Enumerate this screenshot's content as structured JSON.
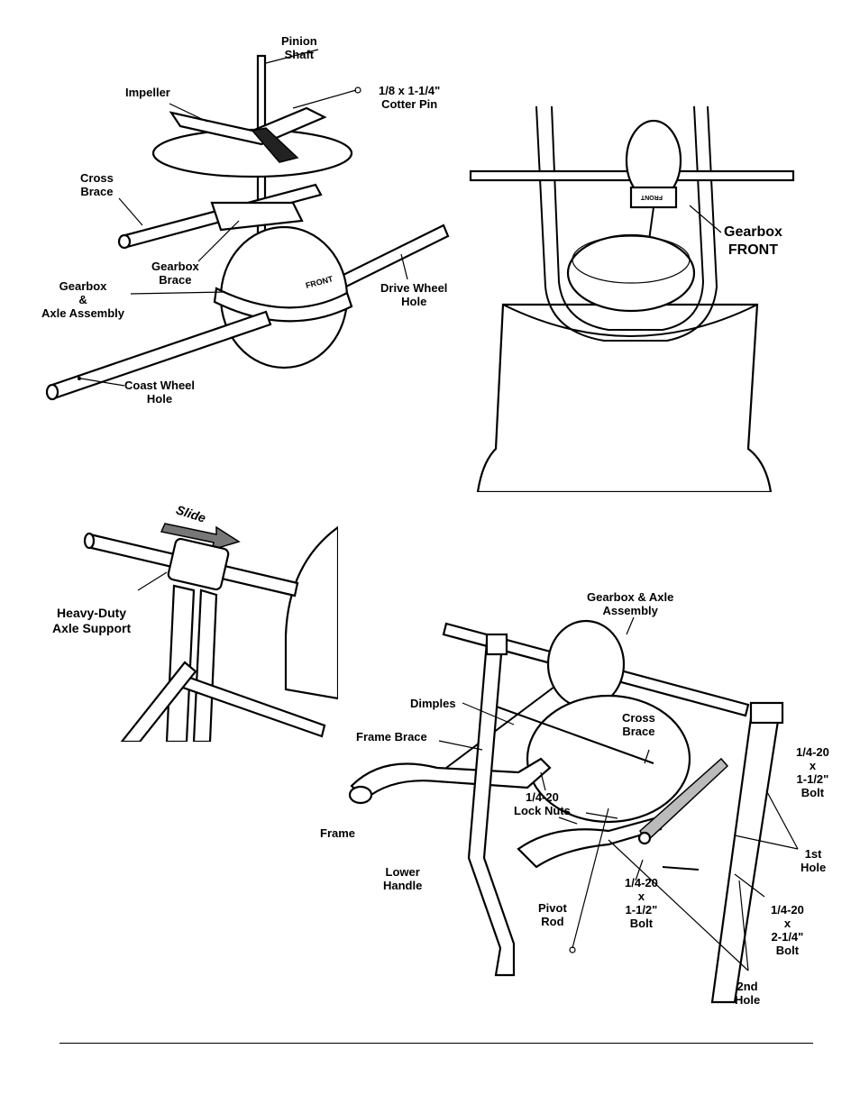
{
  "figure1": {
    "labels": {
      "pinion_shaft": "Pinion\nShaft",
      "impeller": "Impeller",
      "cotter_pin": "1/8 x 1-1/4\"\nCotter Pin",
      "cross_brace": "Cross\nBrace",
      "gearbox_brace": "Gearbox\nBrace",
      "gearbox_axle": "Gearbox\n&\nAxle Assembly",
      "drive_wheel_hole": "Drive Wheel\nHole",
      "coast_wheel_hole": "Coast Wheel\nHole"
    },
    "stamp": "FRONT"
  },
  "figure2": {
    "labels": {
      "gearbox_front": "Gearbox\nFRONT"
    },
    "stamp": "FRONT"
  },
  "figure3": {
    "labels": {
      "slide": "Slide",
      "axle_support": "Heavy-Duty\nAxle Support"
    }
  },
  "figure4": {
    "labels": {
      "gearbox_axle": "Gearbox & Axle\nAssembly",
      "dimples": "Dimples",
      "cross_brace": "Cross\nBrace",
      "frame_brace": "Frame Brace",
      "frame": "Frame",
      "lock_nuts": "1/4-20\nLock Nuts",
      "lower_handle": "Lower\nHandle",
      "pivot_rod": "Pivot\nRod",
      "bolt_mid": "1/4-20\nx\n1-1/2\"\nBolt",
      "bolt_right_top": "1/4-20\nx\n1-1/2\"\nBolt",
      "first_hole": "1st\nHole",
      "bolt_right_bottom": "1/4-20\nx\n2-1/4\"\nBolt",
      "second_hole": "2nd\nHole"
    }
  }
}
